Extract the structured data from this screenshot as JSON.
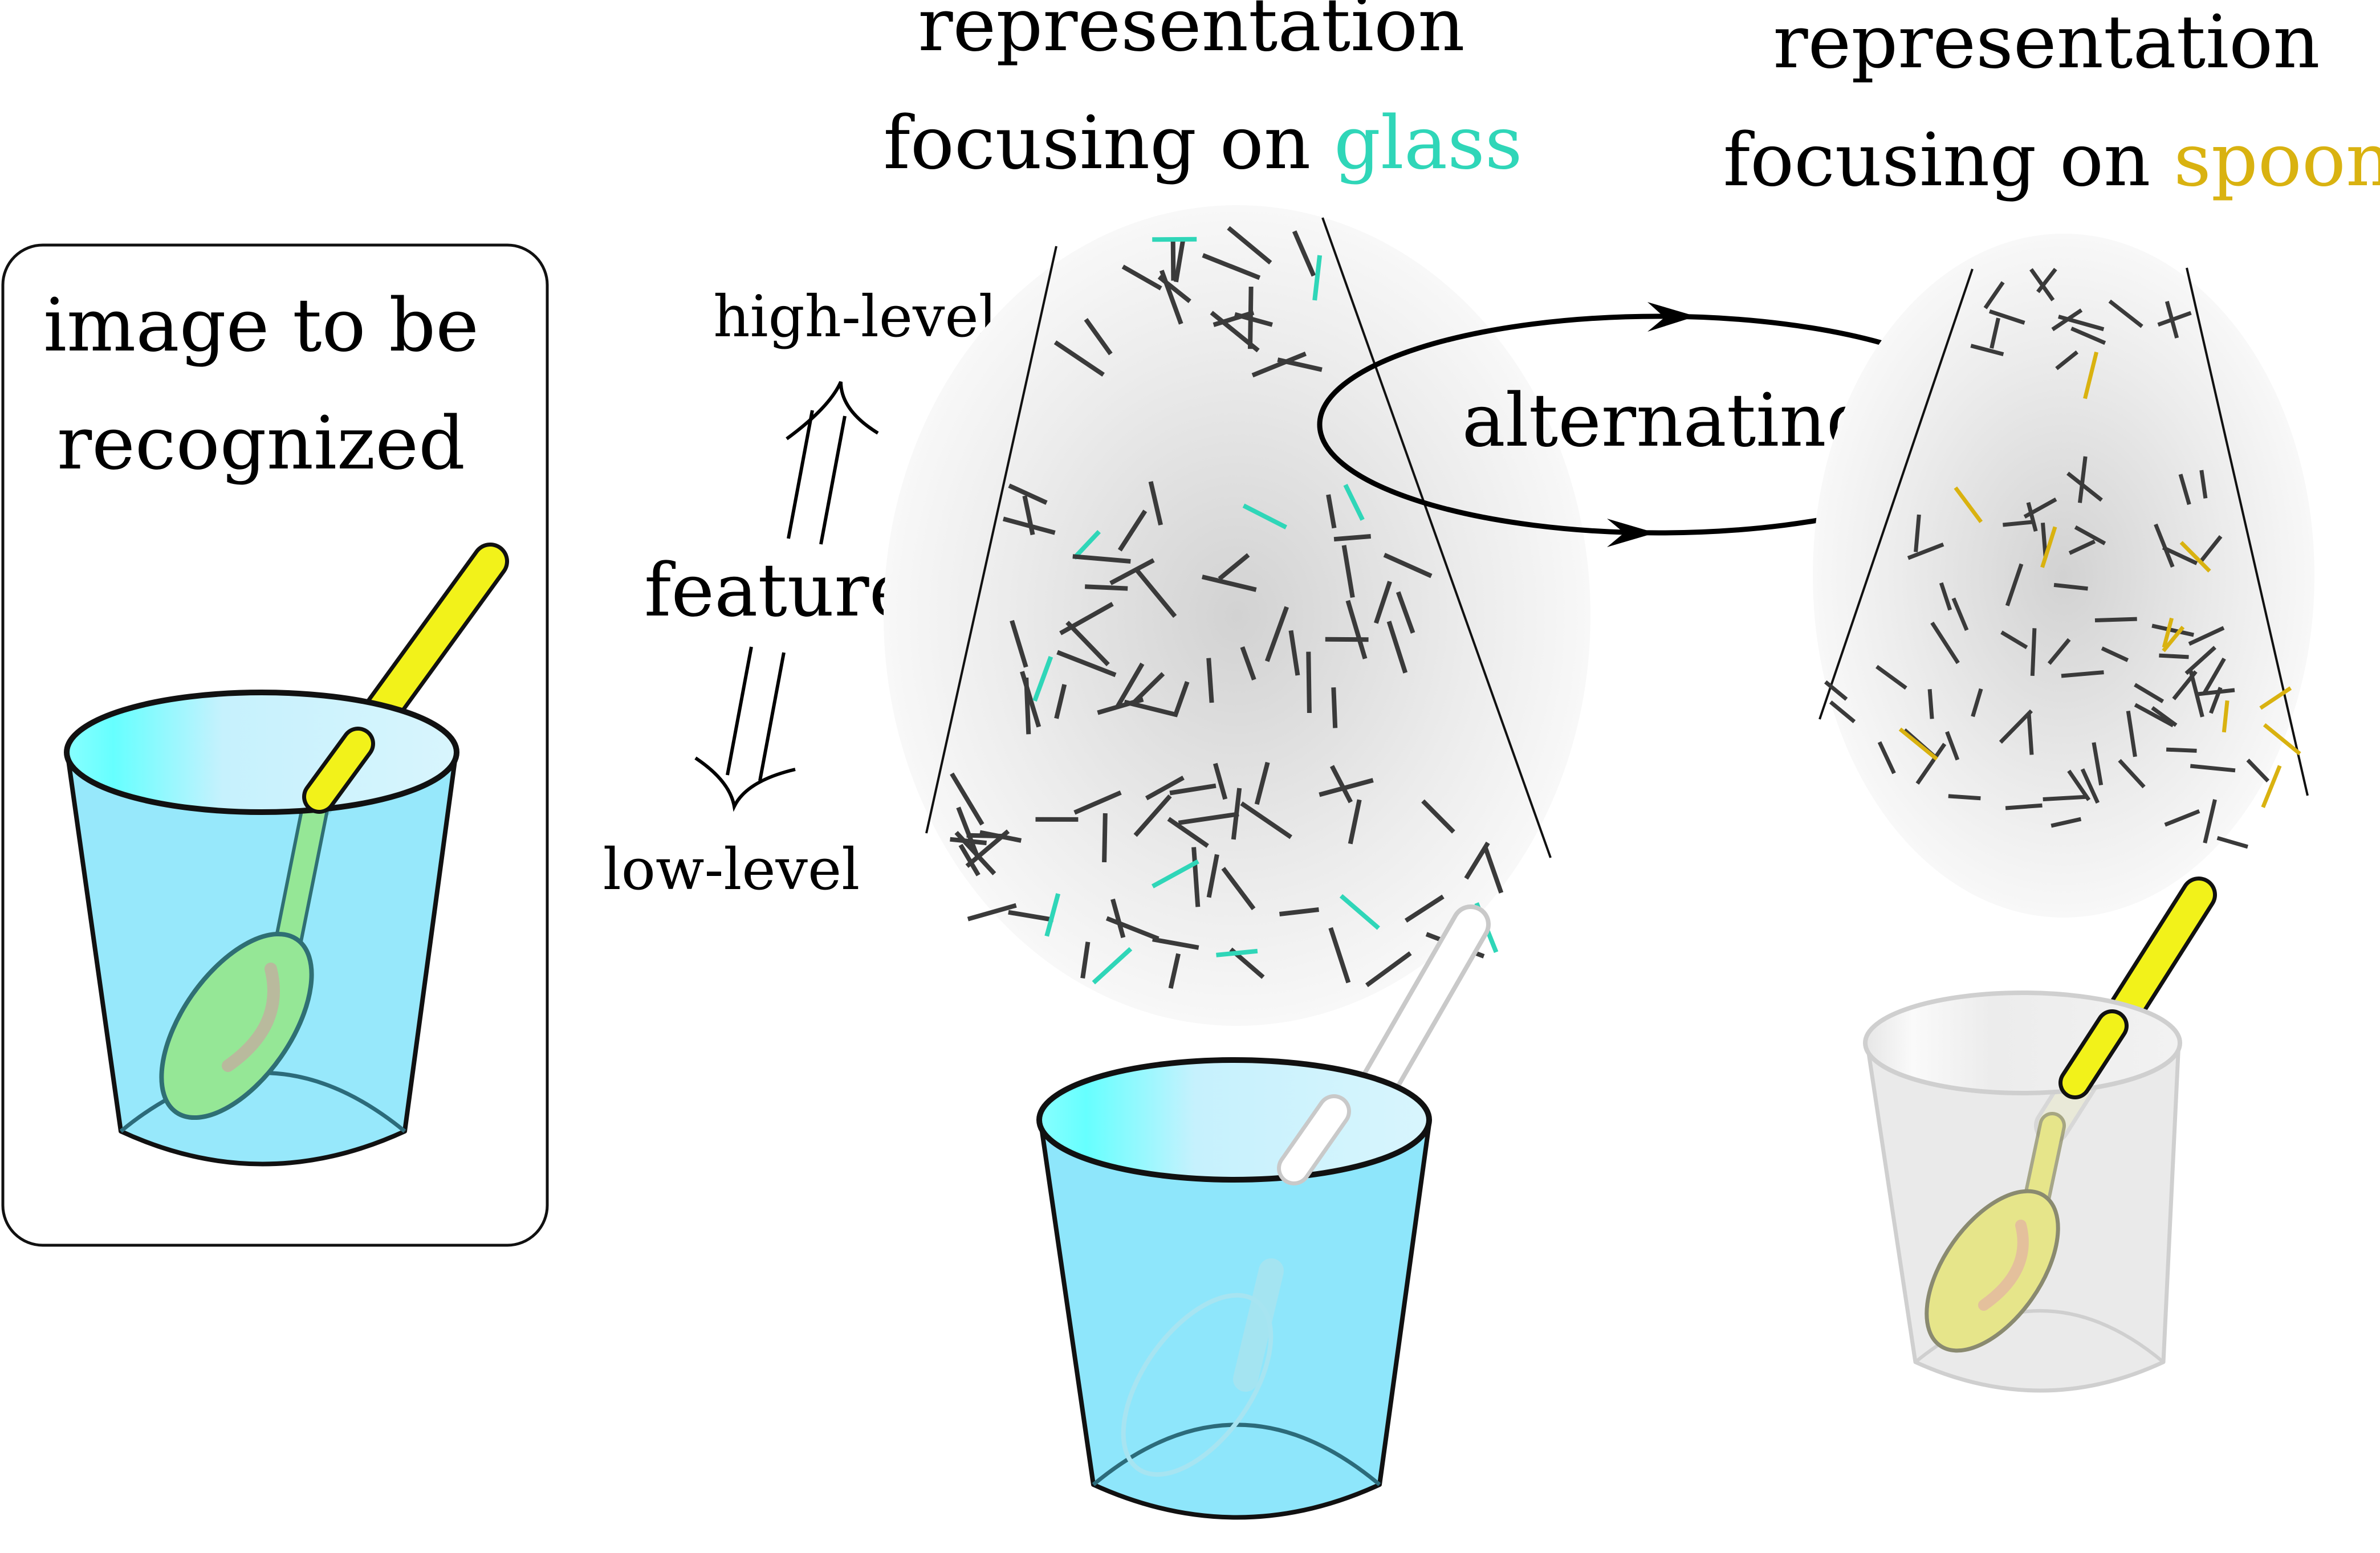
{
  "input_box": {
    "line1": "image to be",
    "line2": "recognized"
  },
  "feature_axis": {
    "high": "high-level",
    "middle": "features",
    "low": "low-level"
  },
  "glass_panel": {
    "title_line1": "representation",
    "title_prefix": "focusing on ",
    "title_focus": "glass",
    "focus_color": "#2fd6b8"
  },
  "spoon_panel": {
    "title_line1": "representation",
    "title_prefix": "focusing on ",
    "title_focus": "spoon",
    "focus_color": "#d9b210"
  },
  "cycle": {
    "label": "alternating"
  },
  "colors": {
    "glass_fill": "#8ee6fb",
    "spoon_fill": "#f2f21a",
    "feature_stroke": "#3a3a3a"
  }
}
